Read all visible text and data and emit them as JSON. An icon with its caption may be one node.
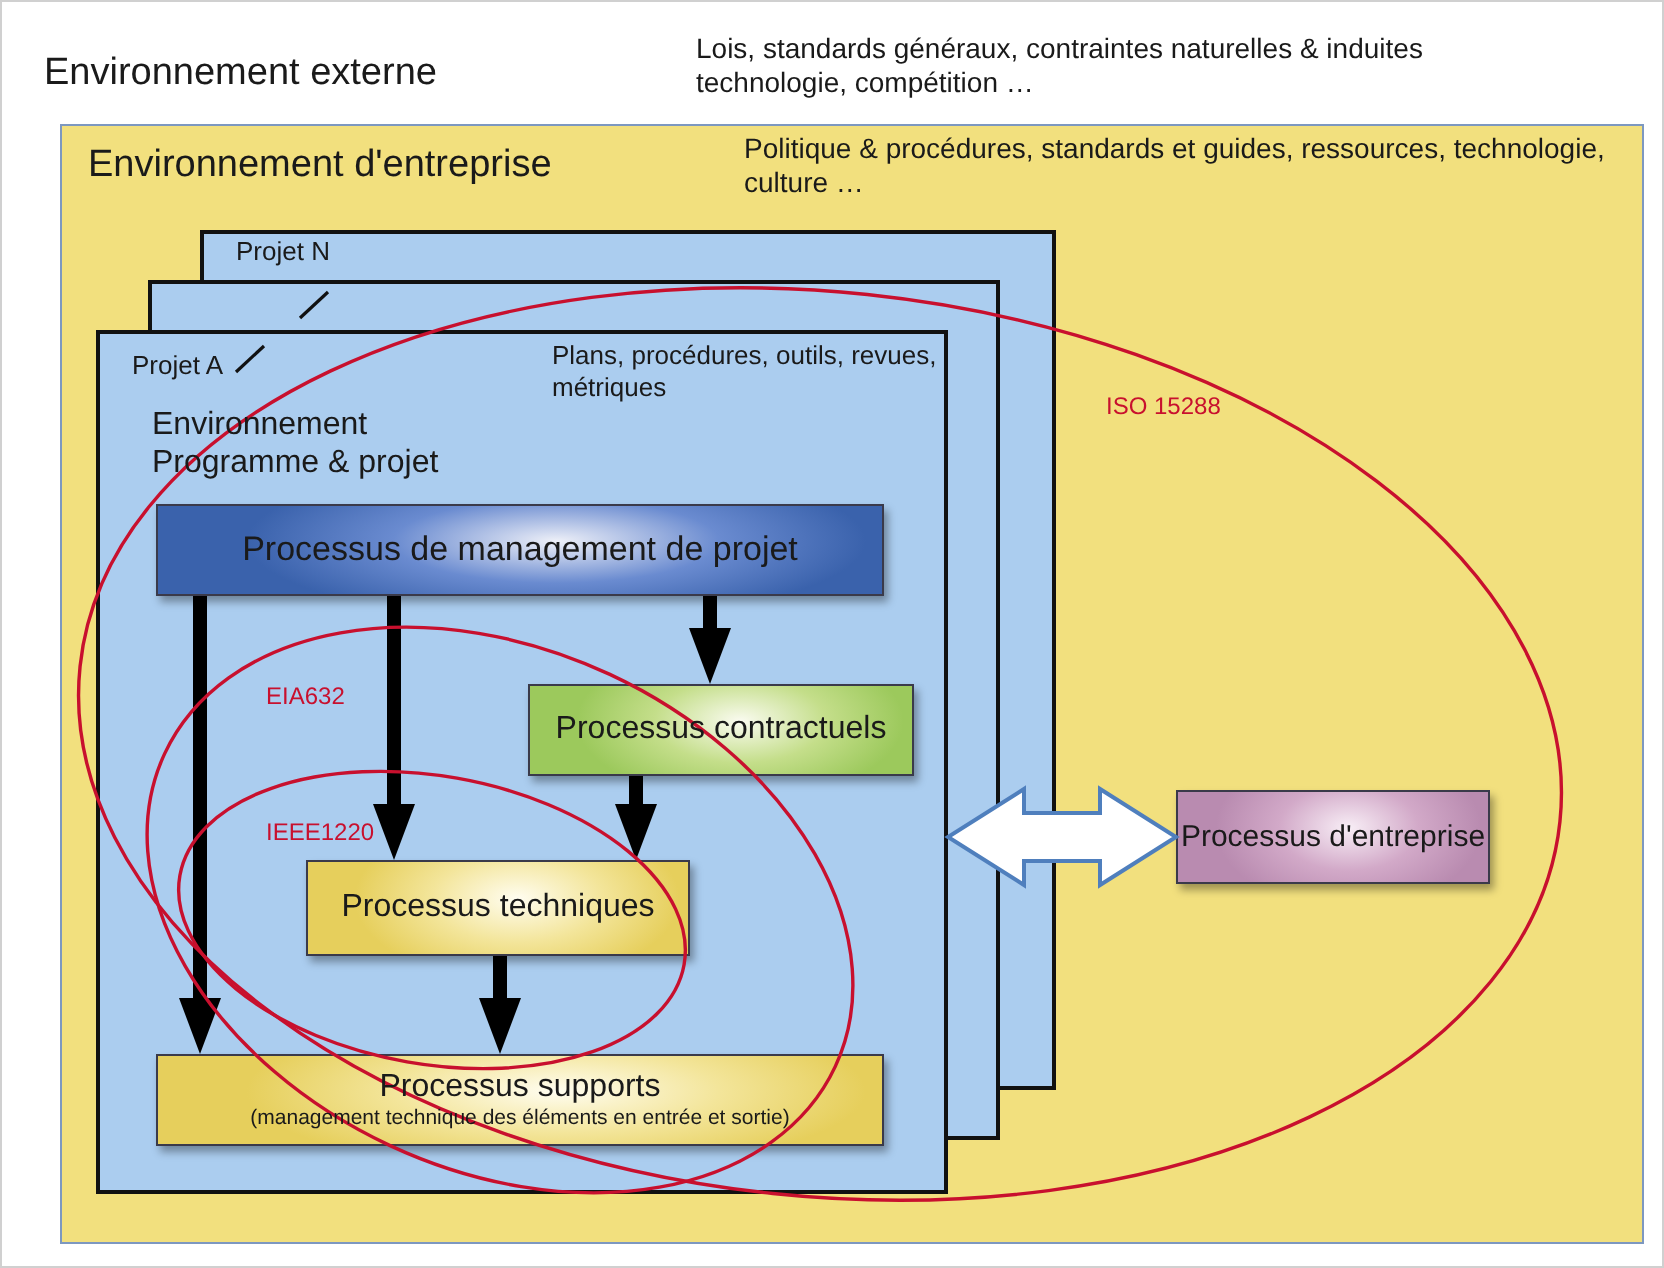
{
  "diagram": {
    "nodes": [
      {
        "text": [
          "Environnement externe",
          "Lois, standards généraux, contraintes naturelles & induites technologie, compétition …"
        ]
      },
      {
        "text": [
          "Environnement d'entreprise",
          "Politique & procédures, standards et guides, ressources, technologie, culture …"
        ],
        "in": 0
      },
      {
        "text": [
          "Projet N"
        ],
        "in": 1
      },
      {
        "text": [],
        "shape": "box",
        "in": 1
      },
      {
        "text": [
          "Projet A",
          "Plans, procédures, outils, revues, métriques",
          "Environnement Programme & projet"
        ],
        "in": 1
      },
      {
        "text": [
          "Processus de management de projet"
        ],
        "in": 4
      },
      {
        "text": [
          "Processus contractuels"
        ],
        "in": 4
      },
      {
        "text": [
          "Processus techniques"
        ],
        "in": 4
      },
      {
        "text": [
          "Processus supports",
          "(management technique des éléments en entrée et sortie)"
        ],
        "in": 4
      },
      {
        "text": [
          "Processus d'entreprise"
        ],
        "in": 1
      }
    ],
    "edges": [
      {
        "from": 5,
        "to": 8,
        "arrow": "to"
      },
      {
        "from": 5,
        "to": 7,
        "arrow": "to"
      },
      {
        "from": 5,
        "to": 6,
        "arrow": "to"
      },
      {
        "from": 6,
        "to": 7,
        "arrow": "to"
      },
      {
        "from": 7,
        "to": 8,
        "arrow": "to"
      },
      {
        "from": 4,
        "to": 9,
        "arrow": "both",
        "style": "thick",
        "color": "#4f7fbd"
      }
    ],
    "labels": [
      "ISO 15288",
      "EIA632",
      "IEEE1220"
    ]
  }
}
